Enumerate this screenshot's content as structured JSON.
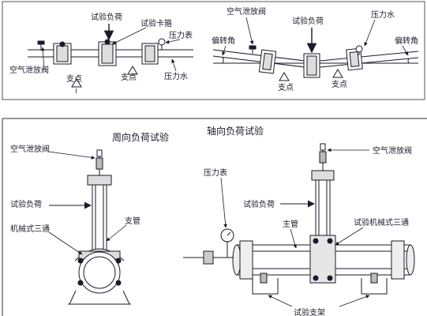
{
  "top_left": {
    "test_load": "试验负荷",
    "test_clamp": "试验卡箍",
    "pressure_gauge": "压力表",
    "air_vent_valve": "空气泄放阀",
    "pivot_left": "支点",
    "pivot_right": "支点",
    "pressure_water": "压力水"
  },
  "top_right": {
    "air_vent_valve": "空气泄放阀",
    "test_load": "试验负荷",
    "pressure_water": "压力水",
    "deflection_left": "偏转角",
    "deflection_right": "偏转角",
    "pivot_left": "支点",
    "pivot_right": "支点"
  },
  "bottom": {
    "title_circumferential": "周向负荷试验",
    "title_axial": "轴向负荷试验",
    "left": {
      "air_vent_valve": "空气泄放阀",
      "test_load": "试验负荷",
      "mechanical_tee": "机械式三通",
      "branch_pipe": "支管"
    },
    "right": {
      "air_vent_valve": "空气泄放阀",
      "pressure_gauge": "压力表",
      "test_load": "试验负荷",
      "main_pipe": "主管",
      "test_mechanical_tee": "试验机械式三通",
      "support_partial": "试验支架"
    }
  }
}
